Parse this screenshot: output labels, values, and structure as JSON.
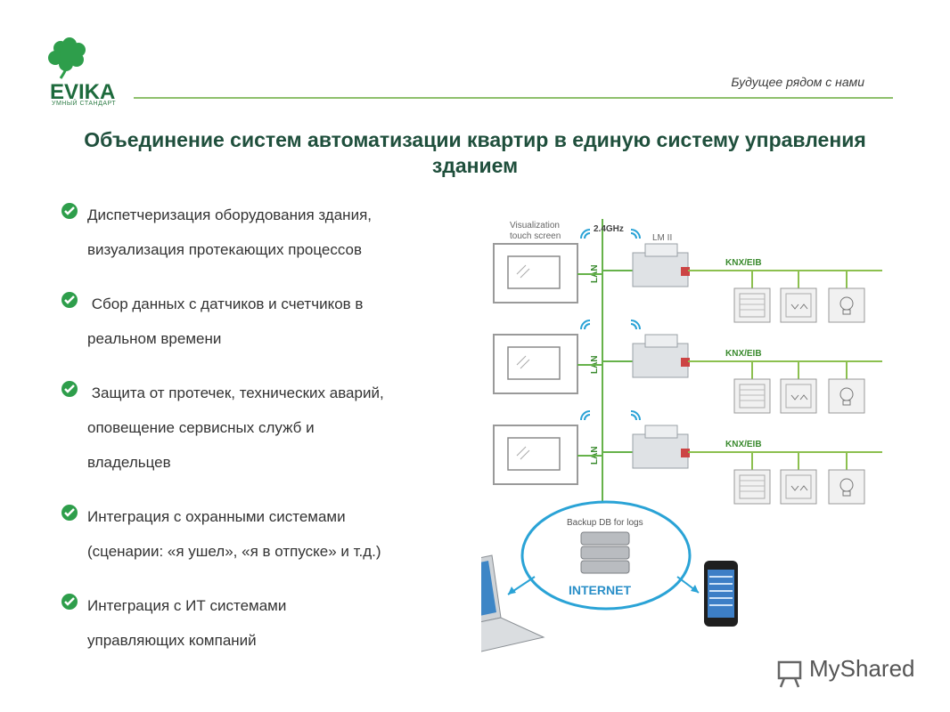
{
  "brand": {
    "name": "EVIKA",
    "tagline": "УМНЫЙ СТАНДАРТ",
    "slogan": "Будущее рядом с нами",
    "logo_icon": "clover-icon",
    "accent_color": "#2e9e4b"
  },
  "title": "Объединение систем автоматизации квартир в единую систему управления зданием",
  "bullets": [
    {
      "icon": "check-icon",
      "lines": [
        "Диспетчеризация оборудования здания,",
        "визуализация протекающих процессов"
      ]
    },
    {
      "icon": "check-icon",
      "lines": [
        " Сбор данных с датчиков и счетчиков в",
        "реальном времени"
      ]
    },
    {
      "icon": "check-icon",
      "lines": [
        " Защита от протечек, технических аварий,",
        "оповещение сервисных служб и",
        "владельцев"
      ]
    },
    {
      "icon": "check-icon",
      "lines": [
        "Интеграция с охранными системами",
        "(сценарии: «я ушел», «я в отпуске» и т.д.)"
      ]
    },
    {
      "icon": "check-icon",
      "lines": [
        "Интеграция с ИТ системами",
        "управляющих компаний"
      ]
    }
  ],
  "diagram": {
    "screen_label_1": "Visualization",
    "screen_label_2": "touch screen",
    "freq_label": "2.4GHz",
    "device_label": "LM II",
    "lan_label": "LAN",
    "bus_label": "KNX/EIB",
    "backup_label": "Backup DB for logs",
    "internet_label": "INTERNET"
  },
  "watermark": "MyShared"
}
